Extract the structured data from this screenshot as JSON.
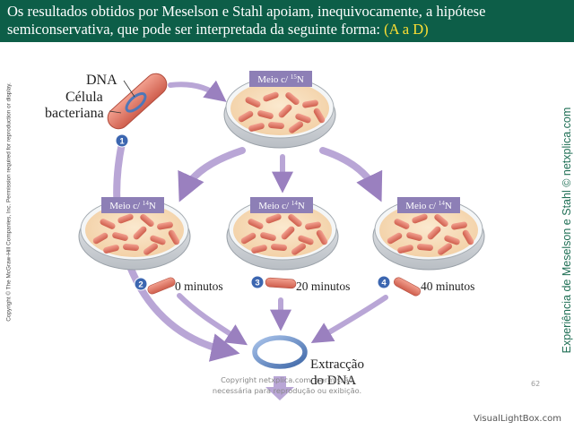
{
  "header": {
    "text": "Os resultados obtidos por Meselson e Stahl apoiam, inequivocamente, a hipótese semiconservativa, que pode ser interpretada da seguinte forma: ",
    "accent": "(A a D)"
  },
  "copyright_left": "Copyright © The McGraw-Hill Companies, Inc. Permission required for reproduction or display.",
  "side_title": "Experiência de Meselson e Stahl © netxplica.com",
  "labels": {
    "dna": "DNA",
    "cell_line1": "Célula",
    "cell_line2": "bacteriana",
    "extraction_line1": "Extracção",
    "extraction_line2": "do DNA"
  },
  "dishes": {
    "top_prefix": "Meio c/ ",
    "top_sup": "15",
    "top_suffix": "N",
    "bottom_prefix": "Meio c/ ",
    "bottom_sup": "14",
    "bottom_suffix": "N"
  },
  "steps": [
    {
      "number": "1"
    },
    {
      "number": "2",
      "time": "0 minutos"
    },
    {
      "number": "3",
      "time": "20 minutos"
    },
    {
      "number": "4",
      "time": "40 minutos"
    }
  ],
  "footer": {
    "copyright_line1": "Copyright netxplica.com: permissão",
    "copyright_line2": "necessária para reprodução ou exibição.",
    "page": "62",
    "watermark": "VisualLightBox.com"
  },
  "colors": {
    "header_bg": "#0d5e48",
    "accent": "#ffe033",
    "arrow": "#9a80bf",
    "bacteria": "#e07d6c",
    "medium_label": "#8d7fb6",
    "dna_ring": "#5b7fb8",
    "step_badge": "#3c66b0"
  }
}
